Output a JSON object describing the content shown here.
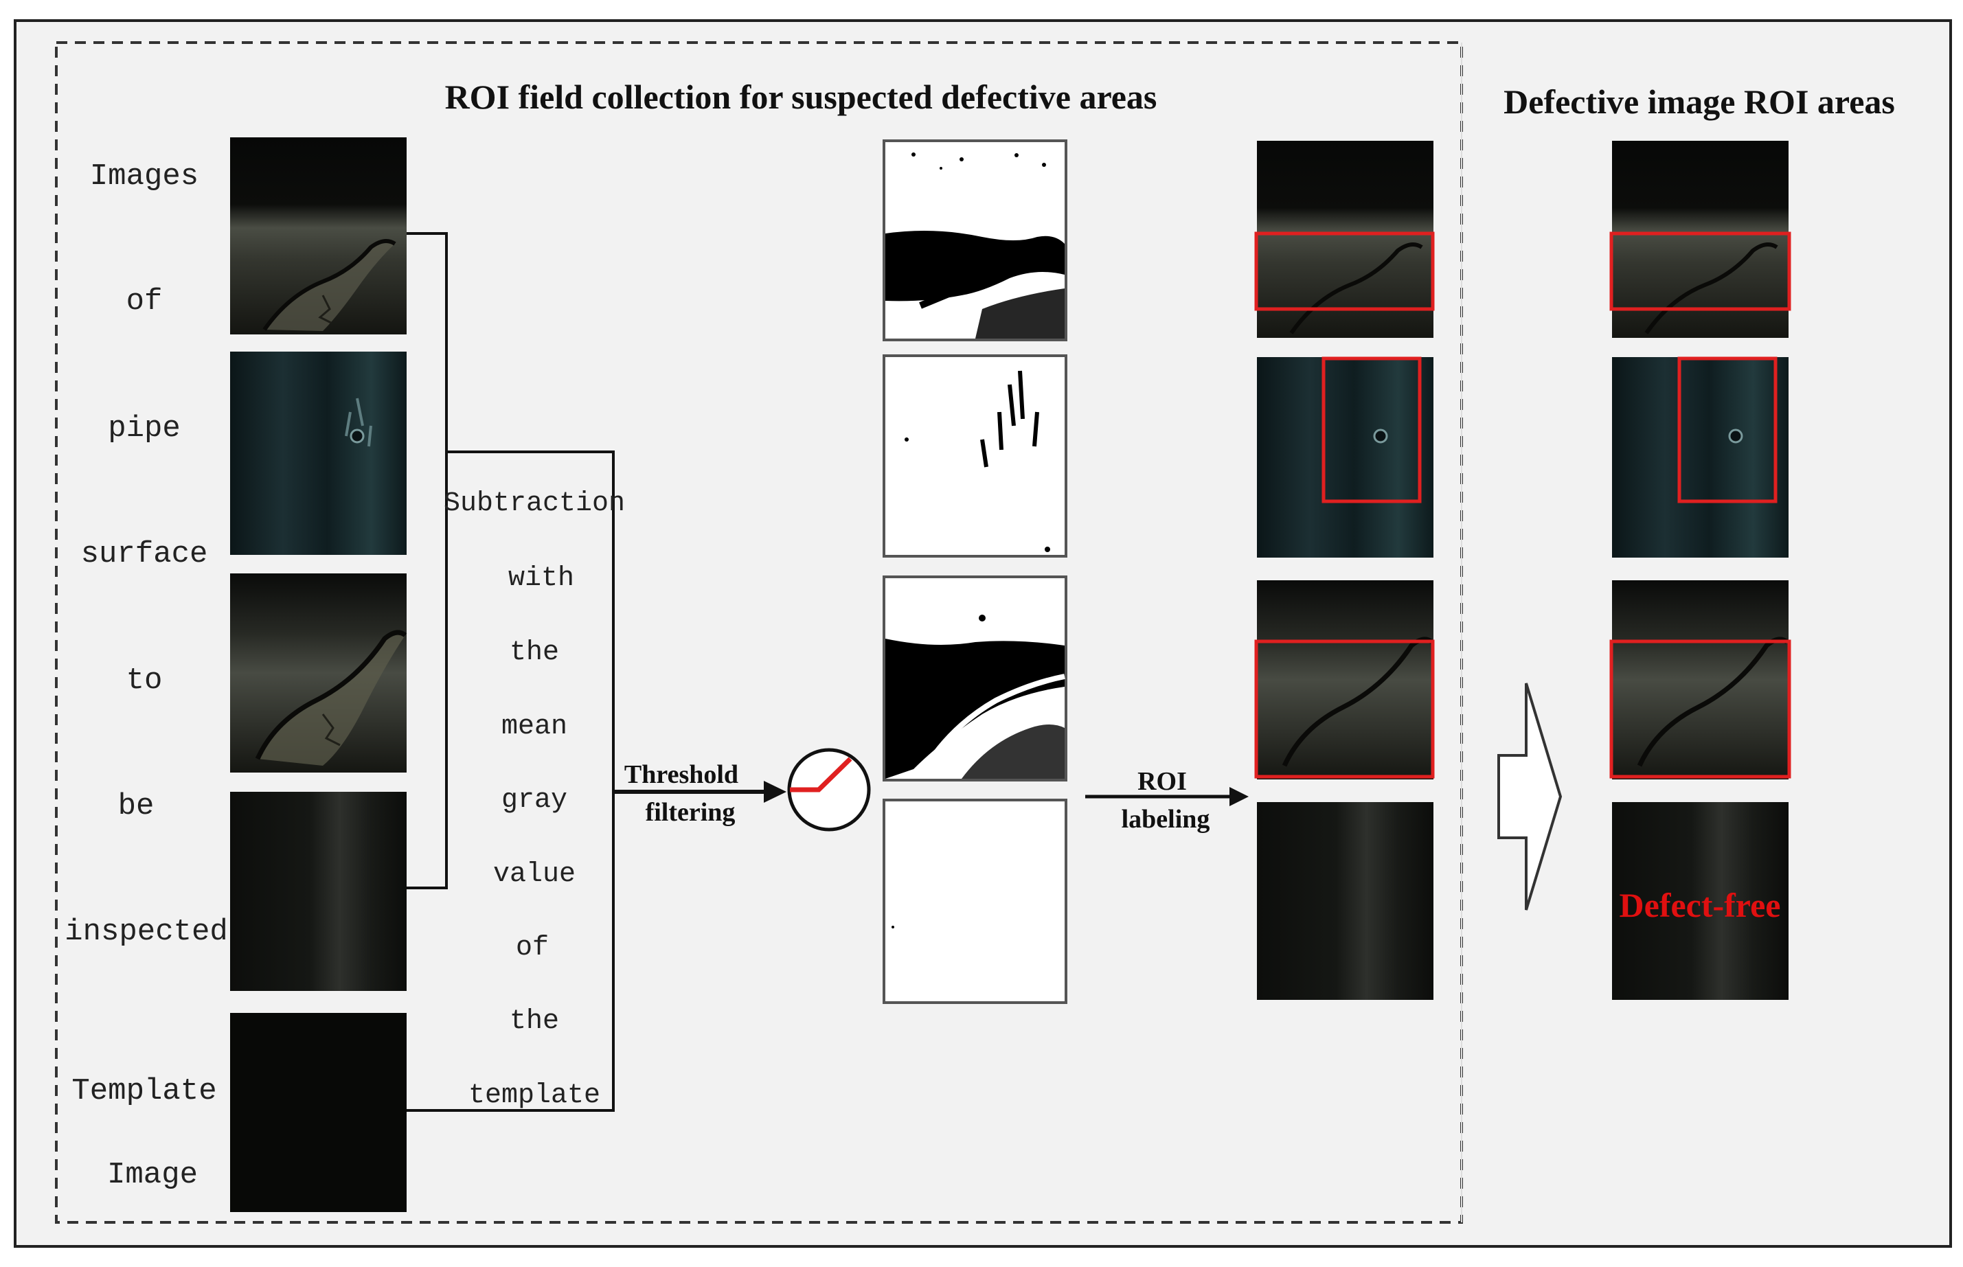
{
  "diagram": {
    "title_left": "ROI field collection for suspected defective areas",
    "title_right": "Defective image ROI areas",
    "input_label_words": [
      "Images",
      "of",
      "pipe",
      "surface",
      "to",
      "be",
      "inspected"
    ],
    "template_label_words": [
      "Template",
      "Image"
    ],
    "subtraction_words": [
      "Subtraction",
      "with",
      "the",
      "mean",
      "gray",
      "value",
      "of",
      "the",
      "template"
    ],
    "threshold_label": [
      "Threshold",
      "filtering"
    ],
    "roi_label": [
      "ROI",
      "labeling"
    ],
    "defect_free_label": "Defect-free",
    "colors": {
      "roi_box": "#e02020",
      "defect_free_text": "#e01010",
      "background": "#f2f2f2"
    }
  }
}
